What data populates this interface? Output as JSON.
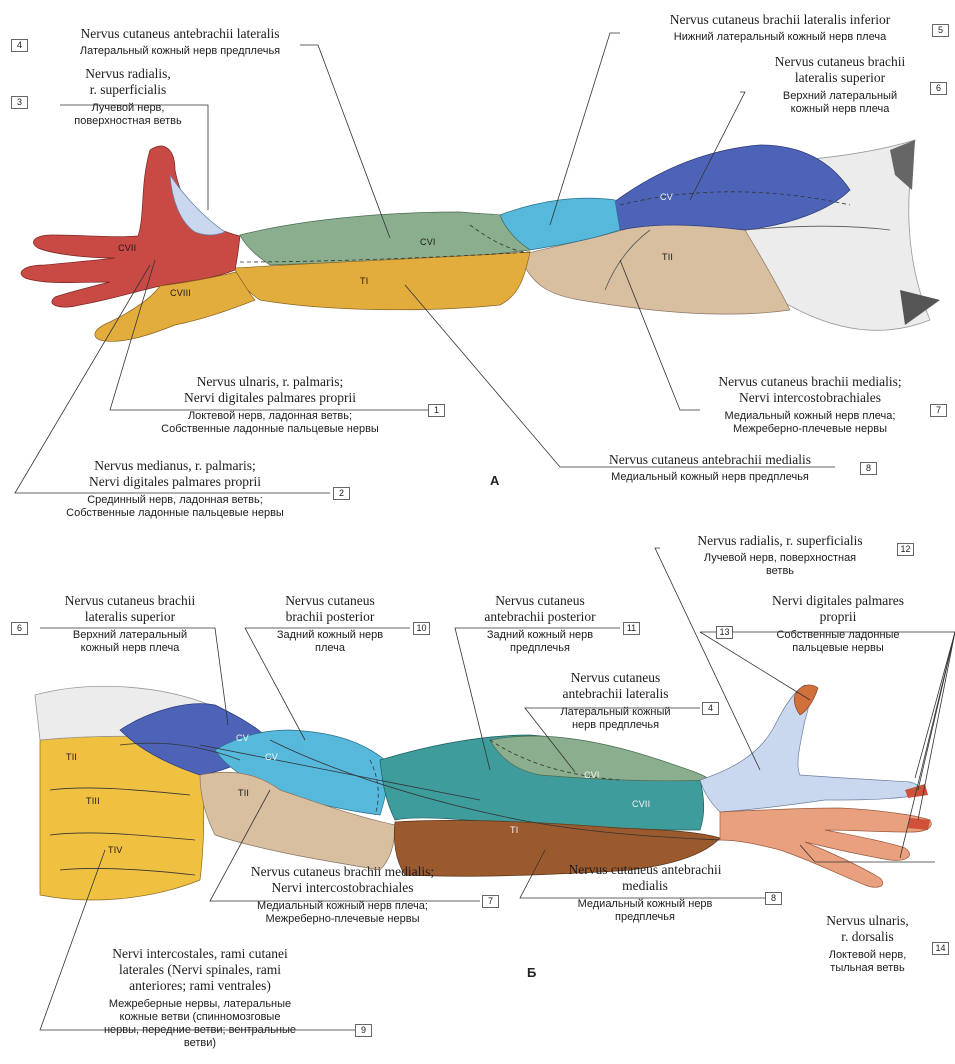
{
  "labels": [
    {
      "id": "4a",
      "num": "4",
      "latin": "Nervus cutaneus antebrachii lateralis",
      "russian": "Латеральный кожный нерв предплечья"
    },
    {
      "id": "3",
      "num": "3",
      "latin": "Nervus radialis,\nr. superficialis",
      "russian": "Лучевой нерв,\nповерхностная ветвь"
    },
    {
      "id": "5",
      "num": "5",
      "latin": "Nervus cutaneus brachii lateralis inferior",
      "russian": "Нижний латеральный кожный нерв плеча"
    },
    {
      "id": "6a",
      "num": "6",
      "latin": "Nervus cutaneus brachii\nlateralis superior",
      "russian": "Верхний латеральный\nкожный нерв плеча"
    },
    {
      "id": "1",
      "num": "1",
      "latin": "Nervus ulnaris, r. palmaris;\nNervi digitales palmares proprii",
      "russian": "Локтевой нерв, ладонная ветвь;\nСобственные ладонные пальцевые нервы"
    },
    {
      "id": "7a",
      "num": "7",
      "latin": "Nervus cutaneus brachii medialis;\nNervi intercostobrachiales",
      "russian": "Медиальный кожный нерв плеча;\nМежреберно-плечевые нервы"
    },
    {
      "id": "2",
      "num": "2",
      "latin": "Nervus medianus, r. palmaris;\nNervi digitales palmares proprii",
      "russian": "Срединный нерв, ладонная ветвь;\nСобственные ладонные пальцевые нервы"
    },
    {
      "id": "8a",
      "num": "8",
      "latin": "Nervus cutaneus antebrachii medialis",
      "russian": "Медиальный кожный нерв предплечья"
    },
    {
      "id": "12",
      "num": "12",
      "latin": "Nervus radialis, r. superficialis",
      "russian": "Лучевой нерв, поверхностная\nветвь"
    },
    {
      "id": "6b",
      "num": "6",
      "latin": "Nervus cutaneus brachii\nlateralis superior",
      "russian": "Верхний латеральный\nкожный нерв плеча"
    },
    {
      "id": "10",
      "num": "10",
      "latin": "Nervus cutaneus\nbrachii posterior",
      "russian": "Задний кожный нерв\nплеча"
    },
    {
      "id": "11",
      "num": "11",
      "latin": "Nervus cutaneus\nantebrachii posterior",
      "russian": "Задний кожный нерв\nпредплечья"
    },
    {
      "id": "13",
      "num": "13",
      "latin": "Nervi digitales palmares\nproprii",
      "russian": "Собственные ладонные\nпальцевые нервы"
    },
    {
      "id": "4b",
      "num": "4",
      "latin": "Nervus cutaneus\nantebrachii lateralis",
      "russian": "Латеральный кожный\nнерв предплечья"
    },
    {
      "id": "7b",
      "num": "7",
      "latin": "Nervus cutaneus brachii medialis;\nNervi intercostobrachiales",
      "russian": "Медиальный кожный нерв плеча;\nМежреберно-плечевые нервы"
    },
    {
      "id": "8b",
      "num": "8",
      "latin": "Nervus cutaneus antebrachii\nmedialis",
      "russian": "Медиальный кожный нерв\nпредплечья"
    },
    {
      "id": "14",
      "num": "14",
      "latin": "Nervus ulnaris,\nr. dorsalis",
      "russian": "Локтевой нерв,\nтыльная ветвь"
    },
    {
      "id": "9",
      "num": "9",
      "latin": "Nervi intercostales, rami cutanei\nlaterales (Nervi spinales, rami\nanteriores; rami ventrales)",
      "russian": "Межреберные нервы, латеральные\nкожные ветви (спинномозговые\nнервы, передние ветви; вентральные\nветви)"
    }
  ],
  "dermatomes": {
    "A": [
      "CVII",
      "CVIII",
      "CVI",
      "TI",
      "CV",
      "TII"
    ],
    "B": [
      "TII",
      "TIII",
      "TIV",
      "CV",
      "CV",
      "TII",
      "CVI",
      "CVII",
      "TI"
    ]
  },
  "panels": {
    "a": "A",
    "b": "Б"
  },
  "colors": {
    "radial": "#c9d8ee",
    "red": "#c94a45",
    "orange": "#e3ad3e",
    "green": "#8aae8e",
    "cyan": "#56b9dc",
    "blue": "#4c63b8",
    "tan": "#d8bfa0",
    "teal": "#3e9c9c",
    "brown": "#9a5a2e",
    "yellow": "#f0c040"
  }
}
